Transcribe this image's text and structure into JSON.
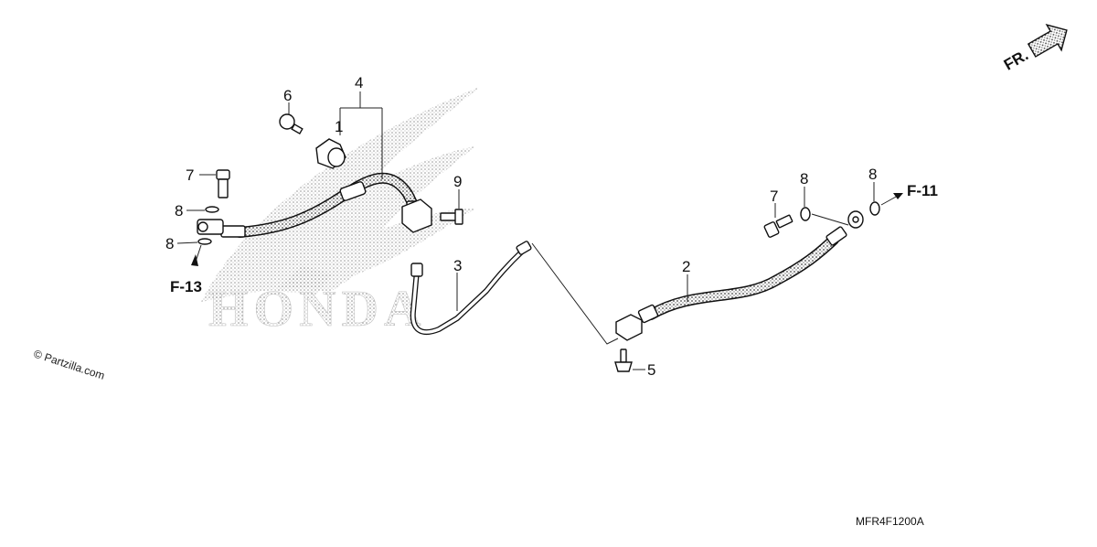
{
  "watermark": {
    "brand": "HONDA"
  },
  "callouts": {
    "p1": "1",
    "p2": "2",
    "p3": "3",
    "p4": "4",
    "p5": "5",
    "p6": "6",
    "p7a": "7",
    "p7b": "7",
    "p8a": "8",
    "p8b": "8",
    "p8c": "8",
    "p8d": "8",
    "p9": "9"
  },
  "refs": {
    "f13": "F-13",
    "f11": "F-11"
  },
  "orientation": {
    "label": "FR."
  },
  "copyright": "© Partzilla.com",
  "diagram_code": "MFR4F1200A"
}
